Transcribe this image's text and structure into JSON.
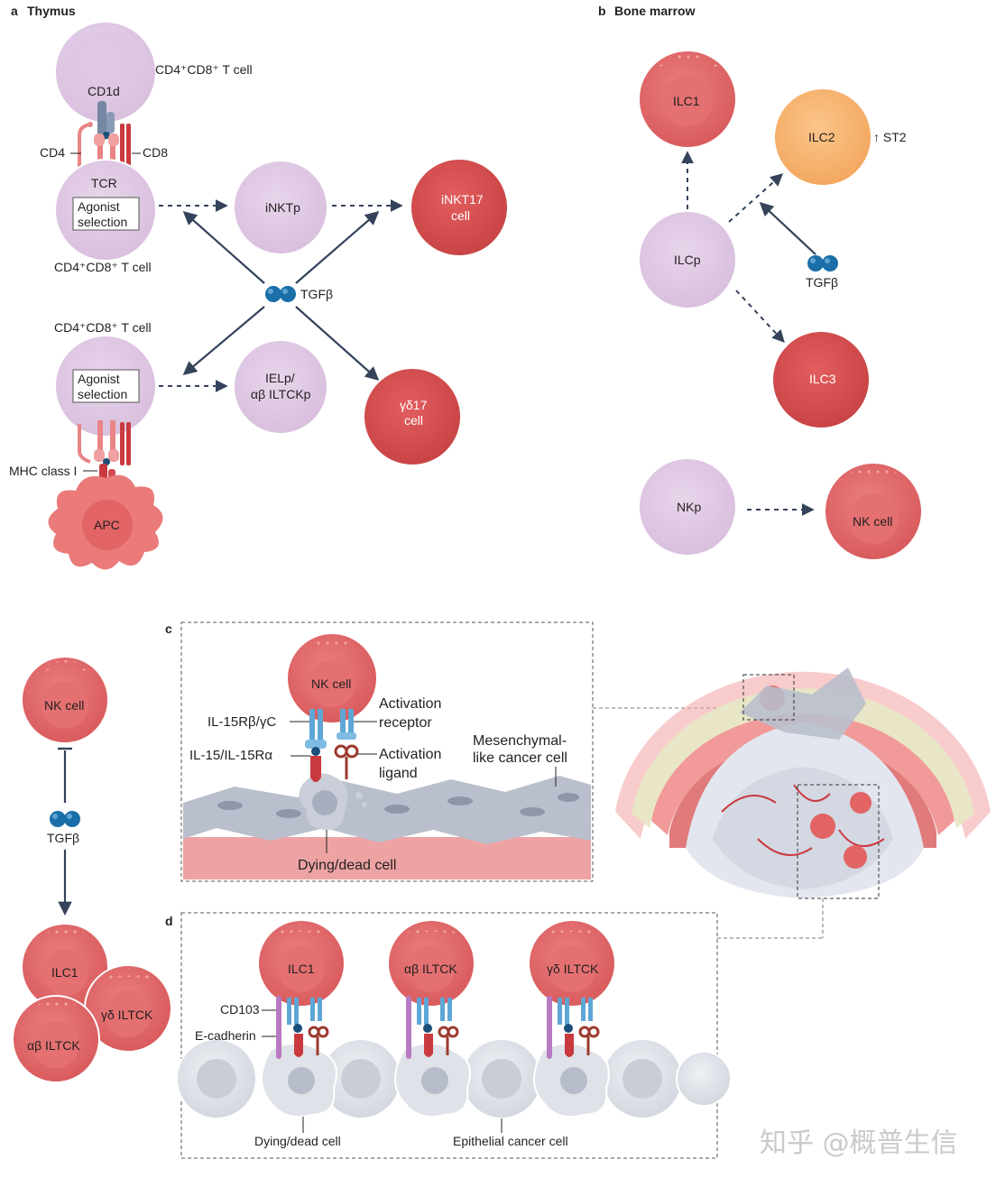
{
  "panels": {
    "a": {
      "letter": "a",
      "title": "Thymus"
    },
    "b": {
      "letter": "b",
      "title": "Bone marrow"
    },
    "c": {
      "letter": "c"
    },
    "d": {
      "letter": "d"
    }
  },
  "thymus": {
    "dp_cell_top": "CD4⁺CD8⁺ T cell",
    "cd1d": "CD1d",
    "cd4": "CD4",
    "cd8": "CD8",
    "tcr": "TCR",
    "agonist_1": "Agonist",
    "selection_1": "selection",
    "dp_cell_mid": "CD4⁺CD8⁺ T cell",
    "inktp": "iNKTp",
    "inkt17_1": "iNKT17",
    "inkt17_2": "cell",
    "tgfb": "TGFβ",
    "dp_cell_low": "CD4⁺CD8⁺ T cell",
    "agonist_2": "Agonist",
    "selection_2": "selection",
    "ielp_1": "IELp/",
    "ielp_2": "αβ ILTCKp",
    "gd17_1": "γδ17",
    "gd17_2": "cell",
    "mhc": "MHC class I",
    "apc": "APC"
  },
  "bone_marrow": {
    "ilc1": "ILC1",
    "ilc2": "ILC2",
    "st2": "↑ ST2",
    "ilcp": "ILCp",
    "tgfb": "TGFβ",
    "ilc3": "ILC3",
    "nkp": "NKp",
    "nk": "NK cell"
  },
  "left_column": {
    "nk": "NK cell",
    "tgfb": "TGFβ",
    "ilc1": "ILC1",
    "gd": "γδ ILTCK",
    "ab": "αβ ILTCK"
  },
  "panel_c": {
    "nk": "NK cell",
    "il15rb": "IL-15Rβ/γC",
    "il15": "IL-15/IL-15Rα",
    "act_receptor_1": "Activation",
    "act_receptor_2": "receptor",
    "act_ligand_1": "Activation",
    "act_ligand_2": "ligand",
    "mes_1": "Mesenchymal-",
    "mes_2": "like cancer cell",
    "dying": "Dying/dead cell"
  },
  "panel_d": {
    "ilc1": "ILC1",
    "ab": "αβ ILTCK",
    "gd": "γδ ILTCK",
    "cd103": "CD103",
    "ecad": "E-cadherin",
    "dying": "Dying/dead cell",
    "epi": "Epithelial cancer cell"
  },
  "watermark": "知乎 @概普生信",
  "colors": {
    "pale_cell": "#e7d6ea",
    "red_cell": "#e06a6c",
    "deep_red_cell": "#d9504f",
    "orange_cell": "#f6b675",
    "arrow": "#34435a",
    "tgfb": "#1a6fa8"
  }
}
